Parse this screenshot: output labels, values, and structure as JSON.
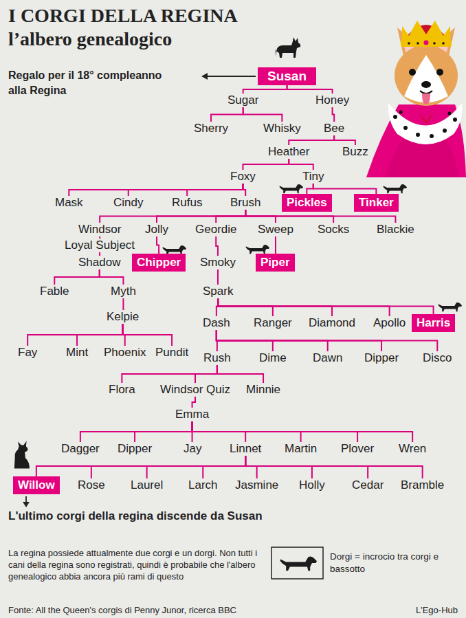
{
  "diagram": {
    "title": "I CORGI DELLA REGINA",
    "caption": "L'ultimo corgi della regina discende da Susan",
    "nodes": [
      {
        "text": [
          "Susan"
        ]
      },
      {
        "text": [
          "Sugar"
        ]
      },
      {
        "text": [
          "Honey"
        ]
      },
      {
        "text": [
          "Sherry"
        ]
      },
      {
        "text": [
          "Whisky"
        ]
      },
      {
        "text": [
          "Bee"
        ]
      },
      {
        "text": [
          "Heather"
        ]
      },
      {
        "text": [
          "Buzz"
        ]
      },
      {
        "text": [
          "Foxy"
        ]
      },
      {
        "text": [
          "Tiny"
        ]
      },
      {
        "text": [
          "Mask"
        ]
      },
      {
        "text": [
          "Cindy"
        ]
      },
      {
        "text": [
          "Rufus"
        ]
      },
      {
        "text": [
          "Brush"
        ]
      },
      {
        "text": [
          "Pickles"
        ]
      },
      {
        "text": [
          "Tinker"
        ]
      },
      {
        "text": [
          "Windsor"
        ]
      },
      {
        "text": [
          "Jolly"
        ]
      },
      {
        "text": [
          "Geordie"
        ]
      },
      {
        "text": [
          "Sweep"
        ]
      },
      {
        "text": [
          "Socks"
        ]
      },
      {
        "text": [
          "Blackie"
        ]
      },
      {
        "text": [
          "Loyal Subject"
        ]
      },
      {
        "text": [
          "Shadow"
        ]
      },
      {
        "text": [
          "Chipper"
        ]
      },
      {
        "text": [
          "Smoky"
        ]
      },
      {
        "text": [
          "Piper"
        ]
      },
      {
        "text": [
          "Fable"
        ]
      },
      {
        "text": [
          "Myth"
        ]
      },
      {
        "text": [
          "Spark"
        ]
      },
      {
        "text": [
          "Kelpie"
        ]
      },
      {
        "text": [
          "Dash"
        ]
      },
      {
        "text": [
          "Ranger"
        ]
      },
      {
        "text": [
          "Diamond"
        ]
      },
      {
        "text": [
          "Apollo"
        ]
      },
      {
        "text": [
          "Harris"
        ]
      },
      {
        "text": [
          "Fay"
        ]
      },
      {
        "text": [
          "Mint"
        ]
      },
      {
        "text": [
          "Phoenix"
        ]
      },
      {
        "text": [
          "Pundit"
        ]
      },
      {
        "text": [
          "Rush"
        ]
      },
      {
        "text": [
          "Dime"
        ]
      },
      {
        "text": [
          "Dawn"
        ]
      },
      {
        "text": [
          "Dipper"
        ]
      },
      {
        "text": [
          "Disco"
        ]
      },
      {
        "text": [
          "Flora"
        ]
      },
      {
        "text": [
          "Windsor Quiz"
        ]
      },
      {
        "text": [
          "Minnie"
        ]
      },
      {
        "text": [
          "Emma"
        ]
      },
      {
        "text": [
          "Dagger"
        ]
      },
      {
        "text": [
          "Dipper"
        ]
      },
      {
        "text": [
          "Jay"
        ]
      },
      {
        "text": [
          "Linnet"
        ]
      },
      {
        "text": [
          "Martin"
        ]
      },
      {
        "text": [
          "Plover"
        ]
      },
      {
        "text": [
          "Wren"
        ]
      },
      {
        "text": [
          "Willow"
        ]
      },
      {
        "text": [
          "Rose"
        ]
      },
      {
        "text": [
          "Laurel"
        ]
      },
      {
        "text": [
          "Larch"
        ]
      },
      {
        "text": [
          "Jasmine"
        ]
      },
      {
        "text": [
          "Holly"
        ]
      },
      {
        "text": [
          "Cedar"
        ]
      },
      {
        "text": [
          "Bramble"
        ]
      }
    ],
    "edges": [
      {
        "from": 0,
        "to": 1,
        "arrow": "none"
      },
      {
        "from": 0,
        "to": 2,
        "arrow": "none"
      },
      {
        "from": 1,
        "to": 3,
        "arrow": "none"
      },
      {
        "from": 1,
        "to": 4,
        "arrow": "none"
      },
      {
        "from": 2,
        "to": 5,
        "arrow": "none"
      },
      {
        "from": 5,
        "to": 6,
        "arrow": "none"
      },
      {
        "from": 5,
        "to": 7,
        "arrow": "none"
      },
      {
        "from": 6,
        "to": 8,
        "arrow": "none"
      },
      {
        "from": 6,
        "to": 9,
        "arrow": "none"
      },
      {
        "from": 8,
        "to": 10,
        "arrow": "none"
      },
      {
        "from": 8,
        "to": 11,
        "arrow": "none"
      },
      {
        "from": 8,
        "to": 12,
        "arrow": "none"
      },
      {
        "from": 8,
        "to": 13,
        "arrow": "none"
      },
      {
        "from": 9,
        "to": 14,
        "arrow": "none"
      },
      {
        "from": 9,
        "to": 15,
        "arrow": "none"
      },
      {
        "from": 13,
        "to": 16,
        "arrow": "none"
      },
      {
        "from": 13,
        "to": 17,
        "arrow": "none"
      },
      {
        "from": 13,
        "to": 18,
        "arrow": "none"
      },
      {
        "from": 13,
        "to": 19,
        "arrow": "none"
      },
      {
        "from": 13,
        "to": 20,
        "arrow": "none"
      },
      {
        "from": 13,
        "to": 21,
        "arrow": "none"
      },
      {
        "from": 16,
        "to": 22,
        "arrow": "none"
      },
      {
        "from": 22,
        "to": 23,
        "arrow": "none"
      },
      {
        "from": 17,
        "to": 24,
        "arrow": "none"
      },
      {
        "from": 18,
        "to": 25,
        "arrow": "none"
      },
      {
        "from": 19,
        "to": 26,
        "arrow": "none"
      },
      {
        "from": 23,
        "to": 27,
        "arrow": "none"
      },
      {
        "from": 23,
        "to": 28,
        "arrow": "none"
      },
      {
        "from": 25,
        "to": 29,
        "arrow": "none"
      },
      {
        "from": 28,
        "to": 30,
        "arrow": "none"
      },
      {
        "from": 29,
        "to": 31,
        "arrow": "none"
      },
      {
        "from": 29,
        "to": 32,
        "arrow": "none"
      },
      {
        "from": 29,
        "to": 33,
        "arrow": "none"
      },
      {
        "from": 29,
        "to": 34,
        "arrow": "none"
      },
      {
        "from": 29,
        "to": 35,
        "arrow": "none"
      },
      {
        "from": 30,
        "to": 36,
        "arrow": "none"
      },
      {
        "from": 30,
        "to": 37,
        "arrow": "none"
      },
      {
        "from": 30,
        "to": 38,
        "arrow": "none"
      },
      {
        "from": 30,
        "to": 39,
        "arrow": "none"
      },
      {
        "from": 31,
        "to": 40,
        "arrow": "none"
      },
      {
        "from": 31,
        "to": 41,
        "arrow": "none"
      },
      {
        "from": 31,
        "to": 42,
        "arrow": "none"
      },
      {
        "from": 31,
        "to": 43,
        "arrow": "none"
      },
      {
        "from": 31,
        "to": 44,
        "arrow": "none"
      },
      {
        "from": 40,
        "to": 45,
        "arrow": "none"
      },
      {
        "from": 40,
        "to": 46,
        "arrow": "none"
      },
      {
        "from": 40,
        "to": 47,
        "arrow": "none"
      },
      {
        "from": 46,
        "to": 48,
        "arrow": "none"
      },
      {
        "from": 48,
        "to": 49,
        "arrow": "none"
      },
      {
        "from": 48,
        "to": 50,
        "arrow": "none"
      },
      {
        "from": 48,
        "to": 51,
        "arrow": "none"
      },
      {
        "from": 48,
        "to": 52,
        "arrow": "none"
      },
      {
        "from": 48,
        "to": 53,
        "arrow": "none"
      },
      {
        "from": 48,
        "to": 54,
        "arrow": "none"
      },
      {
        "from": 48,
        "to": 55,
        "arrow": "none"
      },
      {
        "from": 52,
        "to": 56,
        "arrow": "none"
      },
      {
        "from": 52,
        "to": 57,
        "arrow": "none"
      },
      {
        "from": 52,
        "to": 58,
        "arrow": "none"
      },
      {
        "from": 52,
        "to": 59,
        "arrow": "none"
      },
      {
        "from": 52,
        "to": 60,
        "arrow": "none"
      },
      {
        "from": 52,
        "to": 61,
        "arrow": "none"
      },
      {
        "from": 52,
        "to": 62,
        "arrow": "none"
      },
      {
        "from": 52,
        "to": 63,
        "arrow": "none"
      }
    ],
    "labels": [
      "l’albero genealogico",
      "Regalo per il 18° compleanno alla Regina",
      "La regina possiede attualmente due corgi e un dorgi. Non tutti i cani della regina sono registrati, quindi è probabile che l'albero genealogico abbia ancora più rami di questo",
      "Fonte: All the Queen's corgis di Penny Junor, ricerca BBC",
      "L'Ego-Hub"
    ],
    "legend": [
      {
        "text": "Dorgi = incrocio tra corgi e bassotto"
      }
    ]
  }
}
